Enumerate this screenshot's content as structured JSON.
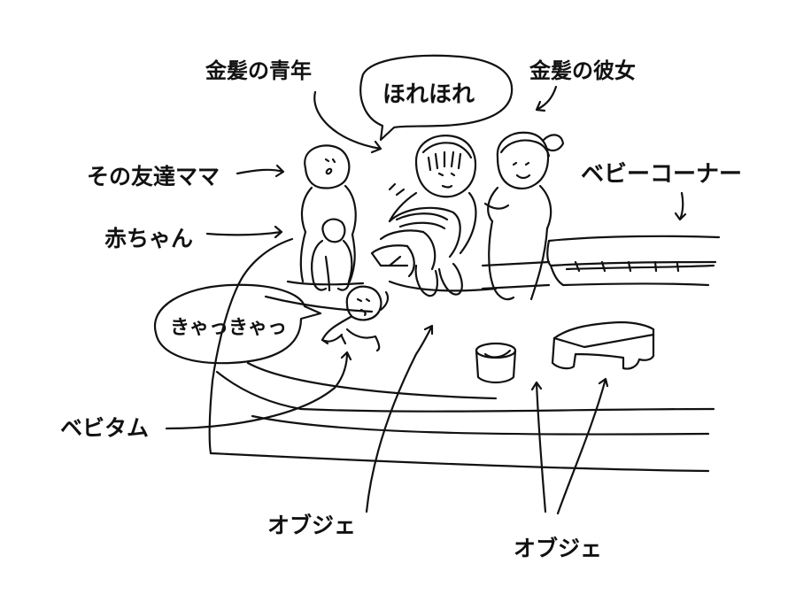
{
  "speech": {
    "horehore": "ほれほれ",
    "kyakkya": "きゃっきゃっ"
  },
  "labels": {
    "blond_young_man": "金髪の青年",
    "blond_girlfriend": "金髪の彼女",
    "friend_mama": "その友達ママ",
    "baby": "赤ちゃん",
    "baby_corner": "ベビーコーナー",
    "beby_tum": "ベビタム",
    "objet_left": "オブジェ",
    "objet_right": "オブジェ"
  }
}
